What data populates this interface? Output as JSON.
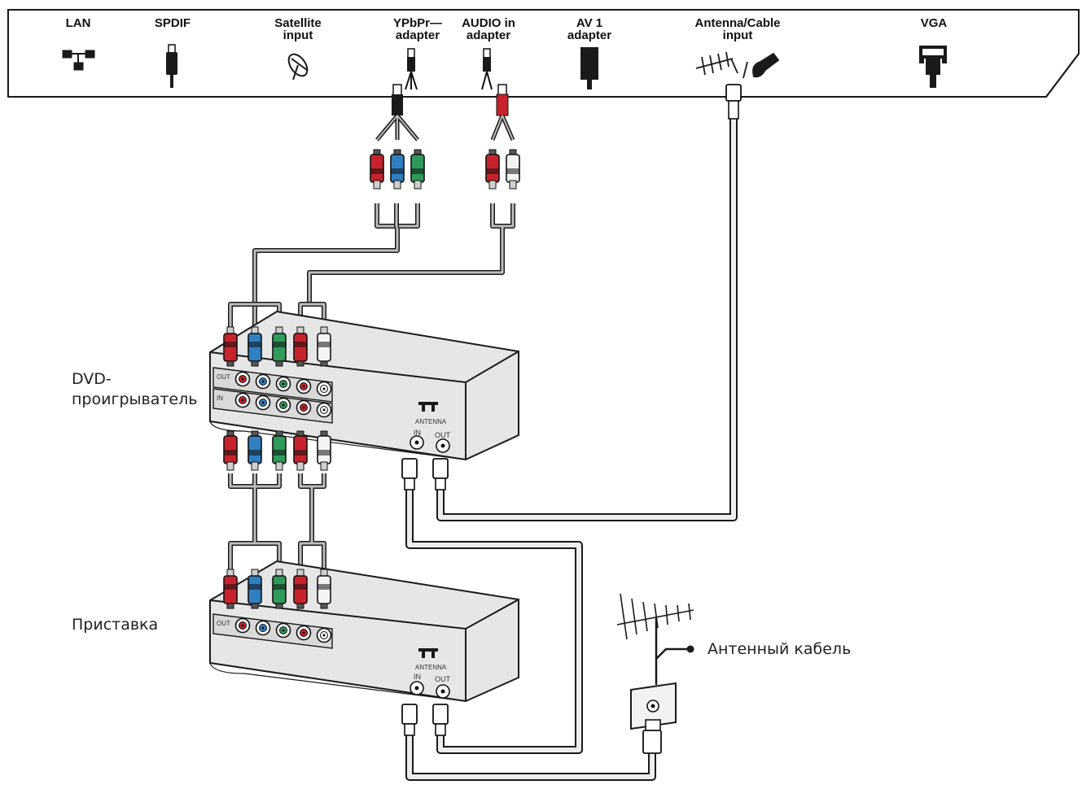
{
  "ports": [
    {
      "id": "lan",
      "lines": [
        "LAN"
      ]
    },
    {
      "id": "spdif",
      "lines": [
        "SPDIF"
      ]
    },
    {
      "id": "satellite",
      "lines": [
        "Satellite",
        "input"
      ]
    },
    {
      "id": "ypbpr",
      "lines": [
        "YPbPr—",
        "adapter"
      ]
    },
    {
      "id": "audio",
      "lines": [
        "AUDIO in",
        "adapter"
      ]
    },
    {
      "id": "av1",
      "lines": [
        "AV 1",
        "adapter"
      ]
    },
    {
      "id": "antenna",
      "lines": [
        "Antenna/Cable",
        "input"
      ]
    },
    {
      "id": "vga",
      "lines": [
        "VGA"
      ]
    }
  ],
  "devices": {
    "dvd": {
      "lines": [
        "DVD-",
        "проигрыватель"
      ]
    },
    "stb": {
      "lines": [
        "Приставка"
      ]
    }
  },
  "antenna_cable_label": "Антенный кабель",
  "box_panel": {
    "out_label": "OUT",
    "in_label": "IN",
    "antenna_label": "ANTENNA",
    "ant_in": "IN",
    "ant_out": "OUT"
  },
  "colors": {
    "red": "#c8232c",
    "blue": "#2f7fc1",
    "green": "#2f9a5a",
    "white": "#f4f4f4",
    "cable": "#9a9a9a",
    "box": "#e6e6e6",
    "outline": "#1a1a1a"
  }
}
